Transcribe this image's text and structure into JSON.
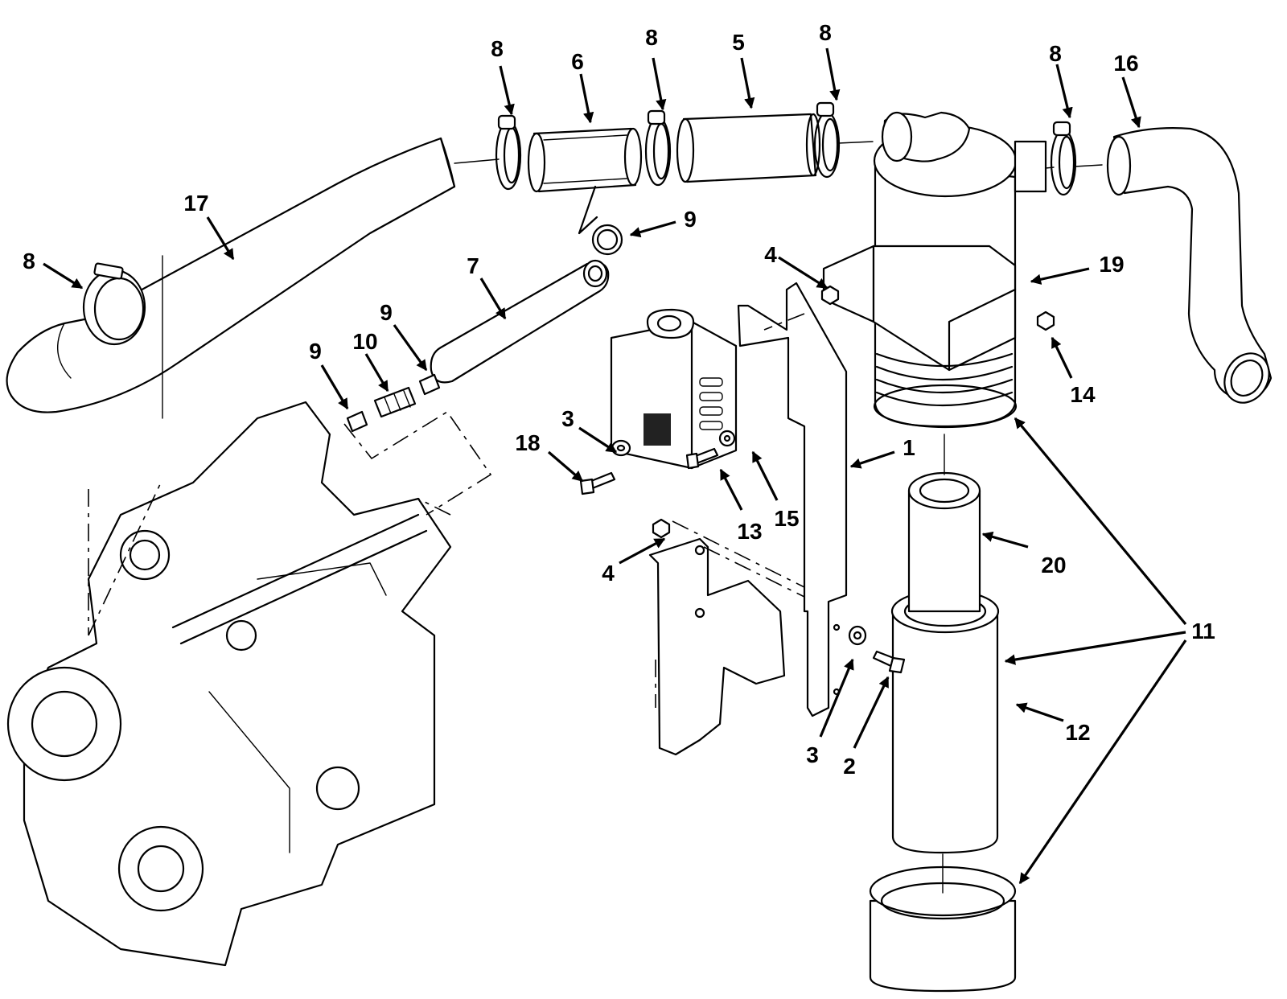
{
  "diagram": {
    "callouts": {
      "c8a": "8",
      "c6": "6",
      "c8b": "8",
      "c5": "5",
      "c8c": "8",
      "c8d": "8",
      "c16": "16",
      "c17": "17",
      "c8e": "8",
      "c9a": "9",
      "c7": "7",
      "c4a": "4",
      "c19": "19",
      "c9b": "9",
      "c10": "10",
      "c9c": "9",
      "c14": "14",
      "c1": "1",
      "c3a": "3",
      "c18": "18",
      "c13": "13",
      "c15": "15",
      "c20": "20",
      "c4b": "4",
      "c11": "11",
      "c3b": "3",
      "c2": "2",
      "c12": "12"
    }
  }
}
